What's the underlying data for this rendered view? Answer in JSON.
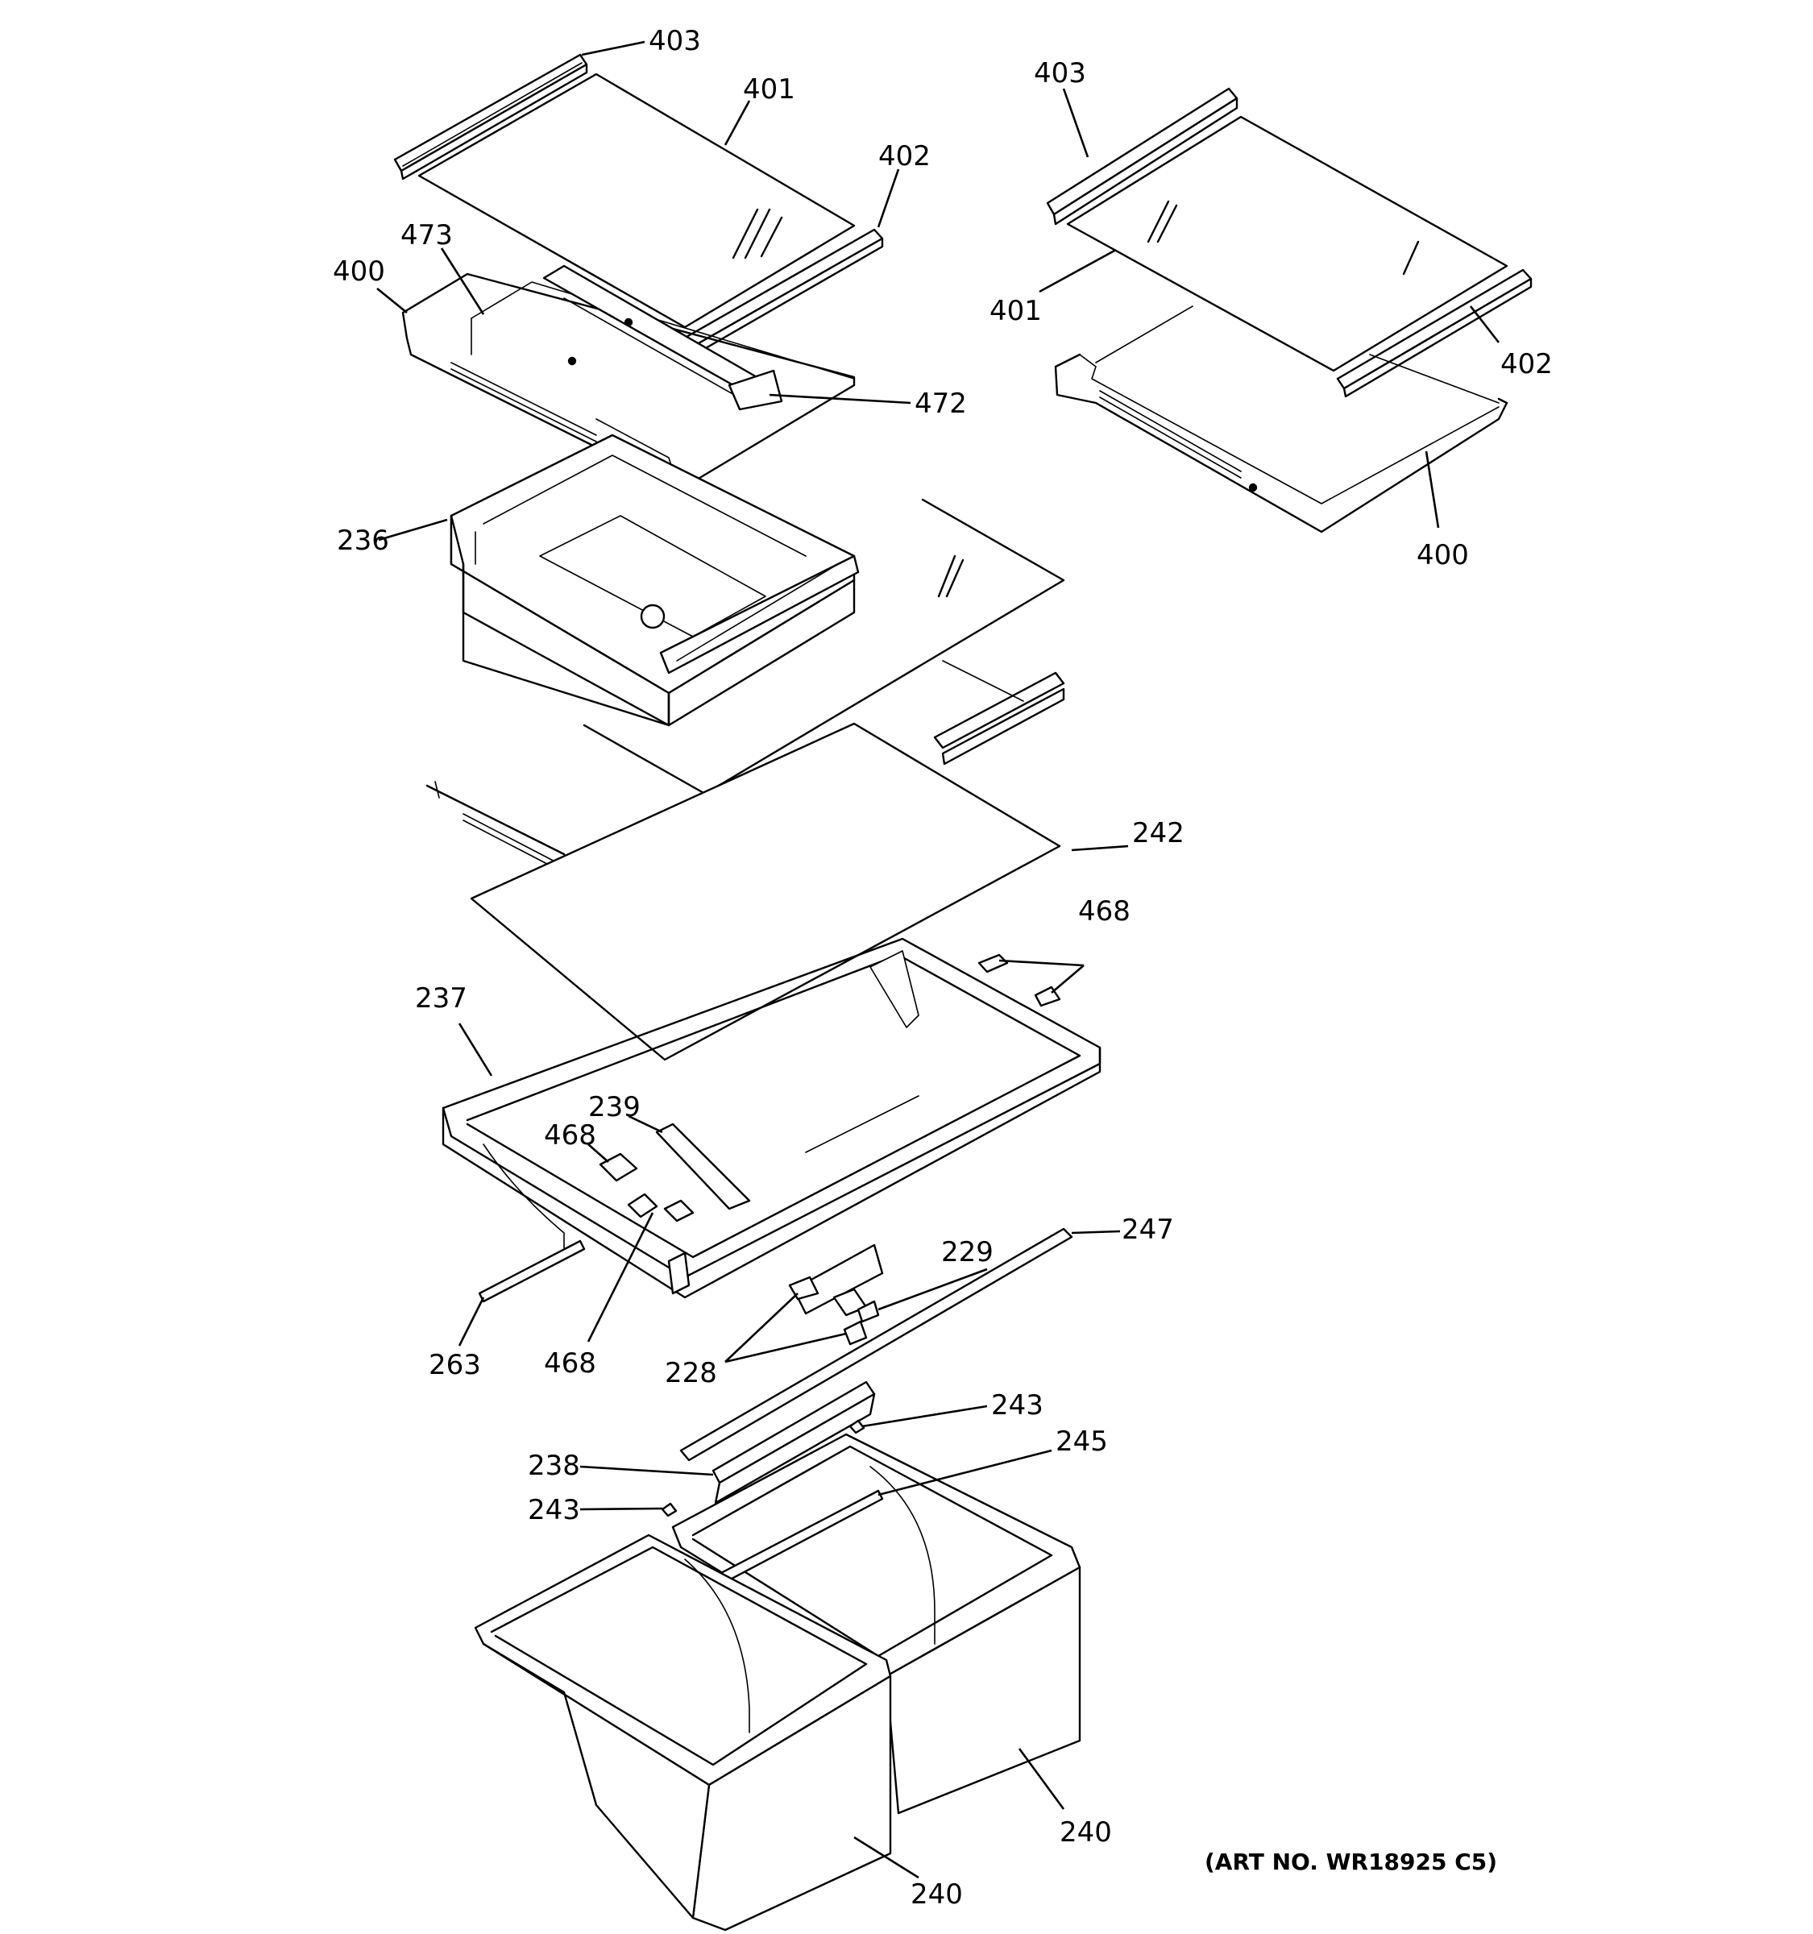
{
  "diagram": {
    "art_number": "(ART NO. WR18925 C5)",
    "callouts": [
      {
        "id": "c-403-a",
        "label": "403",
        "part": "shelf-frame-rail"
      },
      {
        "id": "c-401-a",
        "label": "401",
        "part": "glass-shelf"
      },
      {
        "id": "c-402-a",
        "label": "402",
        "part": "shelf-front-trim"
      },
      {
        "id": "c-473",
        "label": "473",
        "part": "shelf-slide-bracket"
      },
      {
        "id": "c-400-a",
        "label": "400",
        "part": "shelf-frame"
      },
      {
        "id": "c-472",
        "label": "472",
        "part": "slide-rail"
      },
      {
        "id": "c-236",
        "label": "236",
        "part": "snack-pan"
      },
      {
        "id": "c-403-b",
        "label": "403",
        "part": "shelf-frame-rail"
      },
      {
        "id": "c-401-b",
        "label": "401",
        "part": "glass-shelf"
      },
      {
        "id": "c-402-b",
        "label": "402",
        "part": "shelf-front-trim"
      },
      {
        "id": "c-400-b",
        "label": "400",
        "part": "shelf-frame"
      },
      {
        "id": "c-242",
        "label": "242",
        "part": "pan-cover-glass"
      },
      {
        "id": "c-468-a",
        "label": "468",
        "part": "frame-support"
      },
      {
        "id": "c-237",
        "label": "237",
        "part": "pan-cover-frame"
      },
      {
        "id": "c-239",
        "label": "239",
        "part": "divider-support"
      },
      {
        "id": "c-468-b",
        "label": "468",
        "part": "frame-support"
      },
      {
        "id": "c-247",
        "label": "247",
        "part": "humidity-slide"
      },
      {
        "id": "c-229",
        "label": "229",
        "part": "humidity-control-lever"
      },
      {
        "id": "c-263",
        "label": "263",
        "part": "pan-slide-rail"
      },
      {
        "id": "c-468-c",
        "label": "468",
        "part": "frame-support"
      },
      {
        "id": "c-228",
        "label": "228",
        "part": "humidity-control-clip"
      },
      {
        "id": "c-243-a",
        "label": "243",
        "part": "pan-stop"
      },
      {
        "id": "c-245",
        "label": "245",
        "part": "pan-divider-trim"
      },
      {
        "id": "c-238",
        "label": "238",
        "part": "humidity-vent"
      },
      {
        "id": "c-243-b",
        "label": "243",
        "part": "pan-stop"
      },
      {
        "id": "c-240-a",
        "label": "240",
        "part": "crisper-pan"
      },
      {
        "id": "c-240-b",
        "label": "240",
        "part": "crisper-pan"
      }
    ]
  }
}
